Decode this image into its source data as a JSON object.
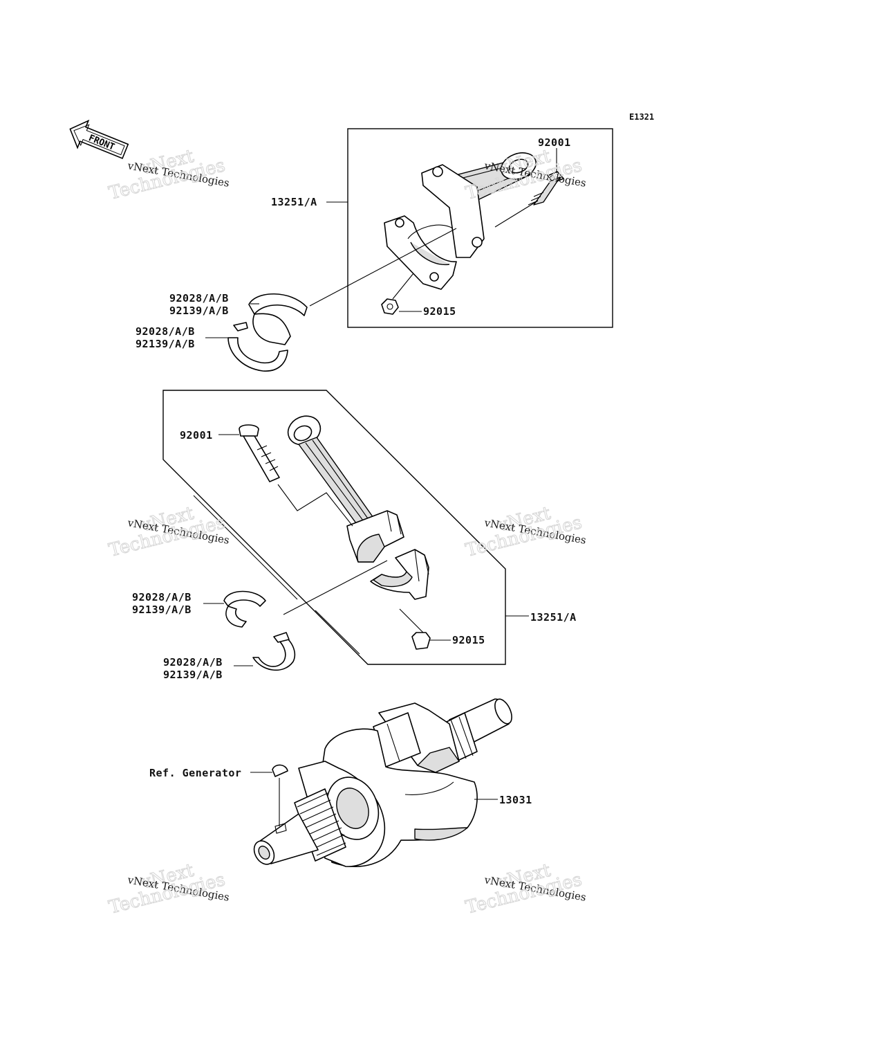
{
  "diagram_code": "E1321",
  "front_arrow": {
    "text": "FRONT",
    "icon": "front-arrow-icon"
  },
  "watermarks": [
    {
      "line1": "vNext",
      "line2": "vNext Technologies",
      "line3": "Technologies"
    },
    {
      "line1": "vNext",
      "line2": "vNext Technologies",
      "line3": "Technologies"
    },
    {
      "line1": "vNext",
      "line2": "vNext Technologies",
      "line3": "Technologies"
    },
    {
      "line1": "vNext",
      "line2": "vNext Technologies",
      "line3": "Technologies"
    },
    {
      "line1": "vNext",
      "line2": "vNext Technologies",
      "line3": "Technologies"
    },
    {
      "line1": "vNext",
      "line2": "vNext Technologies",
      "line3": "Technologies"
    }
  ],
  "callouts": {
    "top_bolt": "92001",
    "top_rod": "13251/A",
    "top_nut": "92015",
    "bearing_a1": "92028/A/B",
    "bearing_a2": "92139/A/B",
    "bearing_b1": "92028/A/B",
    "bearing_b2": "92139/A/B",
    "mid_bolt": "92001",
    "mid_rod": "13251/A",
    "mid_nut": "92015",
    "bearing_c1": "92028/A/B",
    "bearing_c2": "92139/A/B",
    "bearing_d1": "92028/A/B",
    "bearing_d2": "92139/A/B",
    "generator_ref": "Ref. Generator",
    "crankshaft": "13031"
  }
}
